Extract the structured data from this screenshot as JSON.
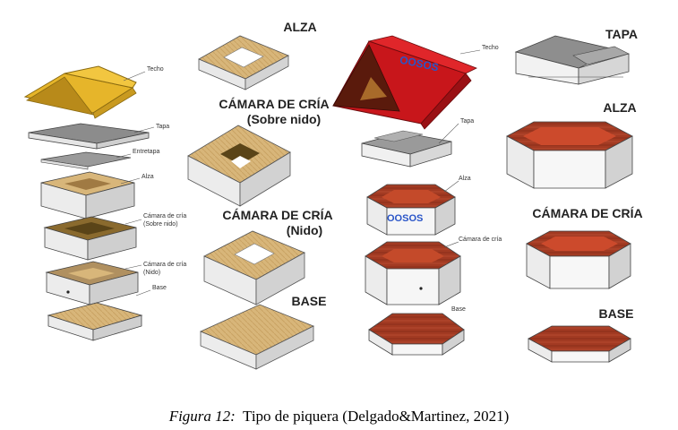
{
  "left_figure": {
    "exploded_labels": {
      "techo": "Techo",
      "tapa": "Tapa",
      "entretapa": "Entretapa",
      "alza": "Alza",
      "camara_sobre_nido_1": "Cámara de cría",
      "camara_sobre_nido_2": "(Sobre nido)",
      "camara_nido_1": "Cámara de cría",
      "camara_nido_2": "(Nido)",
      "base": "Base"
    },
    "headers": {
      "alza": "ALZA",
      "camara_sobre_nido_1": "CÁMARA DE CRÍA",
      "camara_sobre_nido_2": "(Sobre nido)",
      "camara_nido_1": "CÁMARA DE CRÍA",
      "camara_nido_2": "(Nido)",
      "base": "BASE"
    }
  },
  "right_figure": {
    "exploded_labels": {
      "techo": "Techo",
      "tapa": "Tapa",
      "alza": "Alza",
      "camara": "Cámara de cría",
      "base": "Base"
    },
    "headers": {
      "tapa": "TAPA",
      "alza": "ALZA",
      "camara": "CÁMARA DE CRÍA",
      "base": "BASE"
    },
    "logo_text": "OOSOS"
  },
  "caption": {
    "figure_label": "Figura 12:",
    "text": "Tipo de piquera (Delgado&Martinez, 2021)"
  },
  "colors": {
    "roof_yellow": "#e6b52a",
    "roof_red": "#c8161b",
    "wood": "#d8b67a",
    "wood_dark": "#a07a43",
    "mahogany": "#a23a22",
    "gray_box": "#cfcfcf",
    "white_box": "#f2f2f2"
  }
}
